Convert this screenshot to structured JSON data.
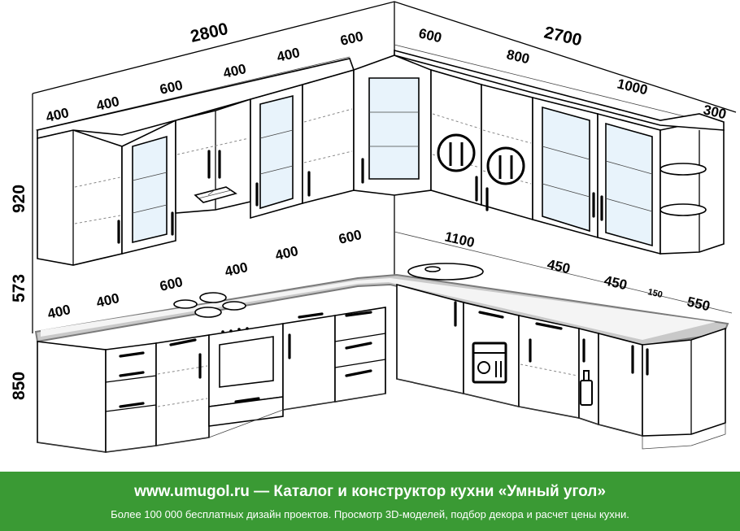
{
  "dimensions": {
    "overall_left": "2800",
    "overall_right": "2700",
    "height_upper": "920",
    "height_middle": "573",
    "height_lower": "850",
    "upper_left": [
      "400",
      "400",
      "600",
      "400",
      "400",
      "600"
    ],
    "upper_right": [
      "600",
      "800",
      "1000",
      "300"
    ],
    "lower_left": [
      "400",
      "400",
      "600",
      "400",
      "400",
      "600"
    ],
    "lower_right": [
      "1100",
      "450",
      "450",
      "150",
      "550"
    ]
  },
  "footer": {
    "title": "www.umugol.ru — Каталог и конструктор кухни «Умный угол»",
    "subtitle": "Более 100 000 бесплатных дизайн проектов. Просмотр 3D-моделей, подбор декора и расчет цены кухни."
  },
  "colors": {
    "footer_bg": "#3a9a34",
    "countertop": "#c9c9c9",
    "glass": "#e8f3fb"
  },
  "icons": [
    "fork-knife-icon",
    "dishwasher-icon",
    "bottle-icon"
  ]
}
